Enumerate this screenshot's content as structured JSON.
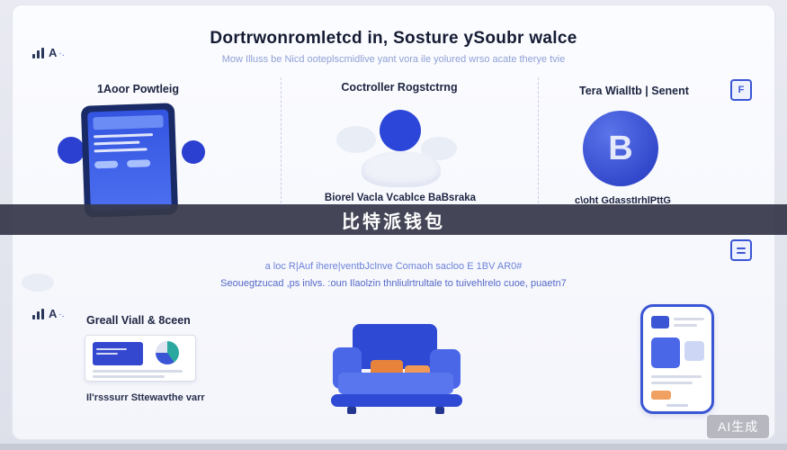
{
  "header": {
    "title": "Dortrwonromletcd in, Sosture ySoubr walce",
    "subtitle": "Mow Illuss be Nicd ooteplscmidlive yant vora ile yolured wrso acate therye tvie"
  },
  "icons": {
    "sort_letter": "A",
    "sort_dots": "·.",
    "app_icon_letter": "F"
  },
  "top_section": {
    "columns": [
      {
        "label": "1Aoor Powtleig"
      },
      {
        "label": "Coctroller Rogstctrng",
        "caption": "Biorel Vacla Vcablce BaBsraka"
      },
      {
        "label": "Tera Wialltb | Senent",
        "caption": "c\\oht GdasstIrhlPttG"
      }
    ],
    "coin_letter": "B"
  },
  "banner": {
    "text": "比特派钱包"
  },
  "middle_text": {
    "line1": "a loc R|Auf ihere|ventbJclnve Comaoh sacloo E 1BV AR0#",
    "line2": "Seouegtzucad ,ps inlvs. :oun Ilaolzin thnliulrtrultale to tuivehlrelo cuoe, puaetn7"
  },
  "bottom_section": {
    "left_label": "Greall Viall & 8ceen",
    "left_caption": "Il'rsssurr Sttewavthe varr"
  },
  "watermark": "AI生成",
  "colors": {
    "accent": "#3a56d4",
    "accent_dark": "#2438c0",
    "orange": "#e8833c",
    "banner_bg": "#36384a"
  }
}
